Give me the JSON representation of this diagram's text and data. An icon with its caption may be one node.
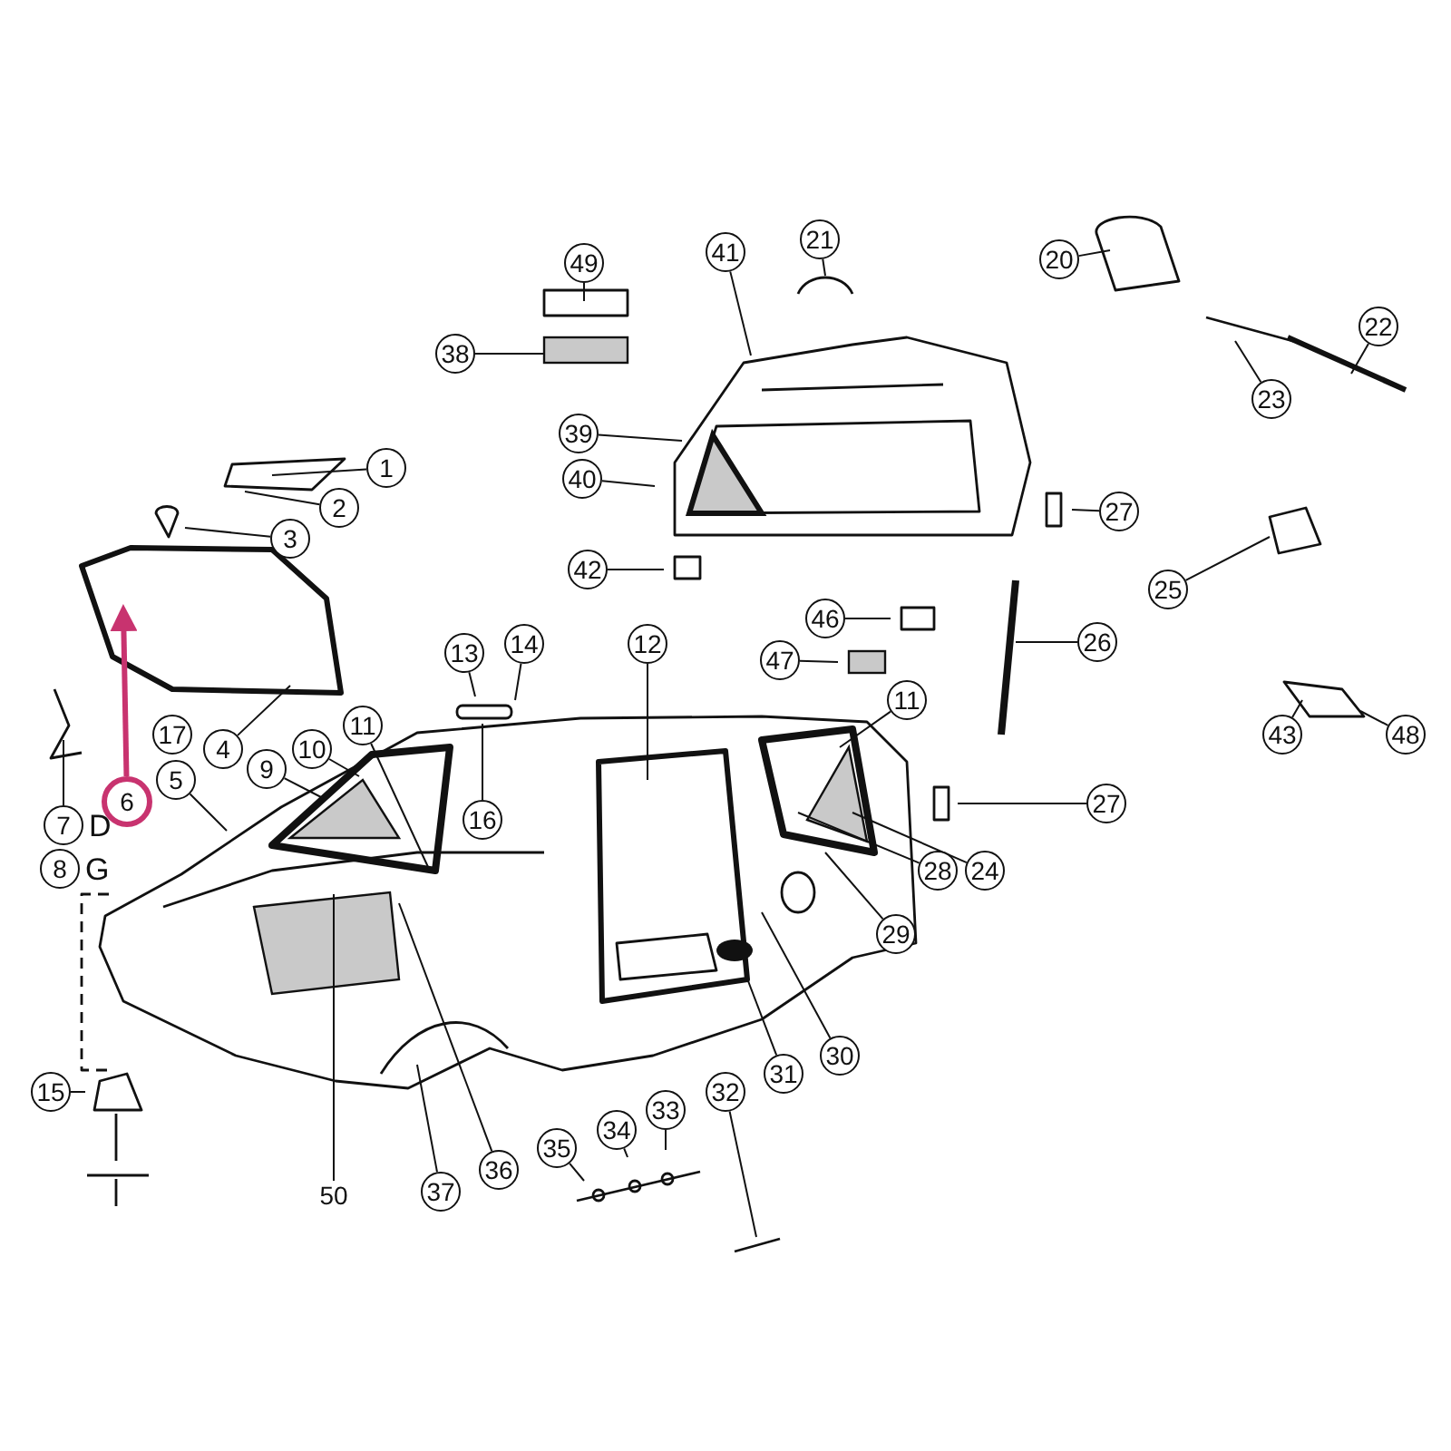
{
  "diagram": {
    "nodes": [
      {
        "text": [
          "21"
        ]
      },
      {
        "text": [
          "20"
        ]
      },
      {
        "text": [
          "41"
        ]
      },
      {
        "text": [
          "49"
        ]
      },
      {
        "text": [
          "22"
        ]
      },
      {
        "text": [
          "38"
        ]
      },
      {
        "text": [
          "23"
        ]
      },
      {
        "text": [
          "1"
        ]
      },
      {
        "text": [
          "39"
        ]
      },
      {
        "text": [
          "2"
        ]
      },
      {
        "text": [
          "40"
        ]
      },
      {
        "text": [
          "27"
        ]
      },
      {
        "text": [
          "3"
        ]
      },
      {
        "text": [
          "42"
        ]
      },
      {
        "text": [
          "25"
        ]
      },
      {
        "text": [
          "46"
        ]
      },
      {
        "text": [
          "14"
        ]
      },
      {
        "text": [
          "12"
        ]
      },
      {
        "text": [
          "26"
        ]
      },
      {
        "text": [
          "13"
        ]
      },
      {
        "text": [
          "47"
        ]
      },
      {
        "text": [
          "11"
        ]
      },
      {
        "text": [
          "11"
        ]
      },
      {
        "text": [
          "43"
        ]
      },
      {
        "text": [
          "48"
        ]
      },
      {
        "text": [
          "17"
        ]
      },
      {
        "text": [
          "10"
        ]
      },
      {
        "text": [
          "4"
        ]
      },
      {
        "text": [
          "9"
        ]
      },
      {
        "text": [
          "5"
        ]
      },
      {
        "text": [
          "6"
        ]
      },
      {
        "text": [
          "27"
        ]
      },
      {
        "text": [
          "16"
        ]
      },
      {
        "text": [
          "7"
        ],
        "beside": [
          "D"
        ]
      },
      {
        "text": [
          "28"
        ]
      },
      {
        "text": [
          "24"
        ]
      },
      {
        "text": [
          "8"
        ],
        "beside": [
          "G"
        ]
      },
      {
        "text": [
          "29"
        ]
      },
      {
        "text": [
          "30"
        ]
      },
      {
        "text": [
          "31"
        ]
      },
      {
        "text": [
          "15"
        ]
      },
      {
        "text": [
          "32"
        ]
      },
      {
        "text": [
          "33"
        ]
      },
      {
        "text": [
          "34"
        ]
      },
      {
        "text": [
          "35"
        ]
      },
      {
        "text": [
          "36"
        ]
      },
      {
        "text": [
          "37"
        ]
      },
      {
        "text": [
          "50"
        ]
      }
    ],
    "edges": [
      {
        "from": 0,
        "to": null,
        "arrow": "none"
      },
      {
        "from": 1,
        "to": null,
        "arrow": "none"
      },
      {
        "from": 2,
        "to": null,
        "arrow": "none"
      },
      {
        "from": 3,
        "to": null,
        "arrow": "none"
      },
      {
        "from": 4,
        "to": null,
        "arrow": "none"
      },
      {
        "from": 5,
        "to": null,
        "arrow": "none"
      },
      {
        "from": 6,
        "to": null,
        "arrow": "none"
      },
      {
        "from": 7,
        "to": null,
        "arrow": "none"
      },
      {
        "from": 8,
        "to": null,
        "arrow": "none"
      },
      {
        "from": 9,
        "to": null,
        "arrow": "none"
      },
      {
        "from": 10,
        "to": null,
        "arrow": "none"
      },
      {
        "from": 11,
        "to": null,
        "arrow": "none"
      },
      {
        "from": 12,
        "to": null,
        "arrow": "none"
      },
      {
        "from": 13,
        "to": null,
        "arrow": "none"
      },
      {
        "from": 14,
        "to": null,
        "arrow": "none"
      },
      {
        "from": 15,
        "to": null,
        "arrow": "none"
      },
      {
        "from": 16,
        "to": null,
        "arrow": "none"
      },
      {
        "from": 17,
        "to": null,
        "arrow": "none"
      },
      {
        "from": 18,
        "to": null,
        "arrow": "none"
      },
      {
        "from": 19,
        "to": null,
        "arrow": "none"
      },
      {
        "from": 20,
        "to": null,
        "arrow": "none"
      },
      {
        "from": 21,
        "to": null,
        "arrow": "none"
      },
      {
        "from": 22,
        "to": null,
        "arrow": "none"
      },
      {
        "from": 23,
        "to": null,
        "arrow": "none"
      },
      {
        "from": 24,
        "to": null,
        "arrow": "none"
      },
      {
        "from": 26,
        "to": null,
        "arrow": "none"
      },
      {
        "from": 27,
        "to": null,
        "arrow": "none"
      },
      {
        "from": 28,
        "to": null,
        "arrow": "none"
      },
      {
        "from": 29,
        "to": null,
        "arrow": "none"
      },
      {
        "from": 30,
        "to": null,
        "arrow": "to",
        "style": "thick",
        "color": "#c8336f"
      },
      {
        "from": 31,
        "to": null,
        "arrow": "none"
      },
      {
        "from": 32,
        "to": null,
        "arrow": "none"
      },
      {
        "from": 33,
        "to": null,
        "arrow": "none"
      },
      {
        "from": 34,
        "to": null,
        "arrow": "none"
      },
      {
        "from": 35,
        "to": null,
        "arrow": "none"
      },
      {
        "from": 37,
        "to": null,
        "arrow": "none"
      },
      {
        "from": 38,
        "to": null,
        "arrow": "none"
      },
      {
        "from": 39,
        "to": null,
        "arrow": "none"
      },
      {
        "from": 40,
        "to": null,
        "arrow": "none"
      },
      {
        "from": 41,
        "to": null,
        "arrow": "none"
      },
      {
        "from": 42,
        "to": null,
        "arrow": "none"
      },
      {
        "from": 43,
        "to": null,
        "arrow": "none"
      },
      {
        "from": 44,
        "to": null,
        "arrow": "none"
      },
      {
        "from": 45,
        "to": null,
        "arrow": "none"
      },
      {
        "from": 46,
        "to": null,
        "arrow": "none"
      },
      {
        "from": 47,
        "to": null,
        "arrow": "none"
      }
    ]
  }
}
